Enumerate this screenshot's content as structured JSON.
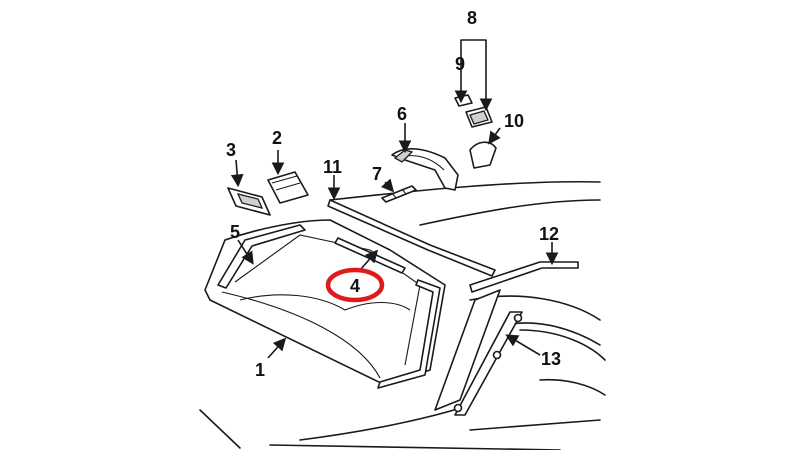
{
  "callouts": {
    "c1": "1",
    "c2": "2",
    "c3": "3",
    "c4": "4",
    "c5": "5",
    "c6": "6",
    "c7": "7",
    "c8": "8",
    "c9": "9",
    "c10": "10",
    "c11": "11",
    "c12": "12",
    "c13": "13"
  },
  "highlight": {
    "callout": "4",
    "color": "#e0191b"
  },
  "colors": {
    "ink": "#1a1a1a",
    "background": "#ffffff"
  }
}
